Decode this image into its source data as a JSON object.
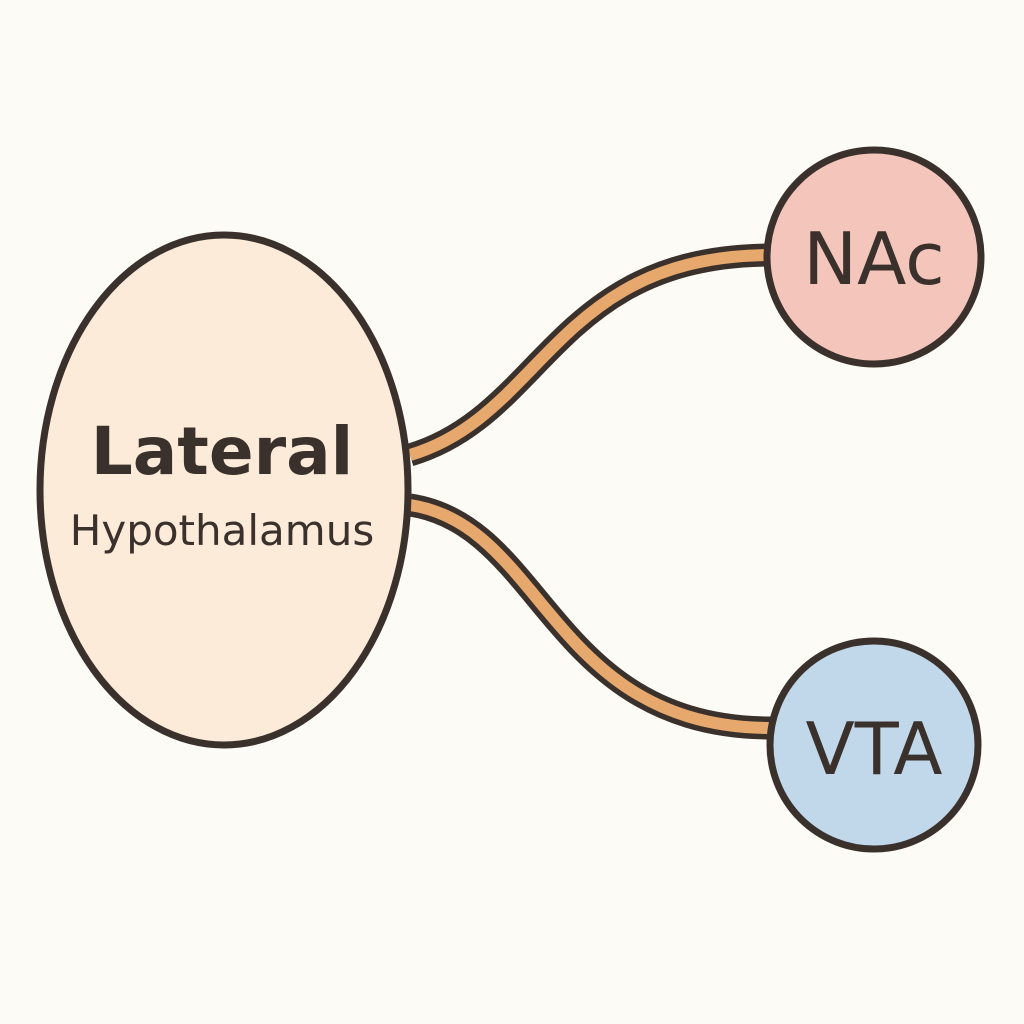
{
  "diagram": {
    "nodes": {
      "lateral_hypothalamus": {
        "line1": "Lateral",
        "line2": "Hypothalamus",
        "fill": "#fcebd8"
      },
      "nac": {
        "label": "NAc",
        "fill": "#f4c5bb"
      },
      "vta": {
        "label": "VTA",
        "fill": "#c0d8ea"
      }
    },
    "connections": [
      {
        "from": "Lateral Hypothalamus",
        "to": "NAc"
      },
      {
        "from": "Lateral Hypothalamus",
        "to": "VTA"
      }
    ],
    "colors": {
      "outline": "#3b312c",
      "connector": "#e6a86c",
      "background": "#fdfbf5"
    }
  }
}
